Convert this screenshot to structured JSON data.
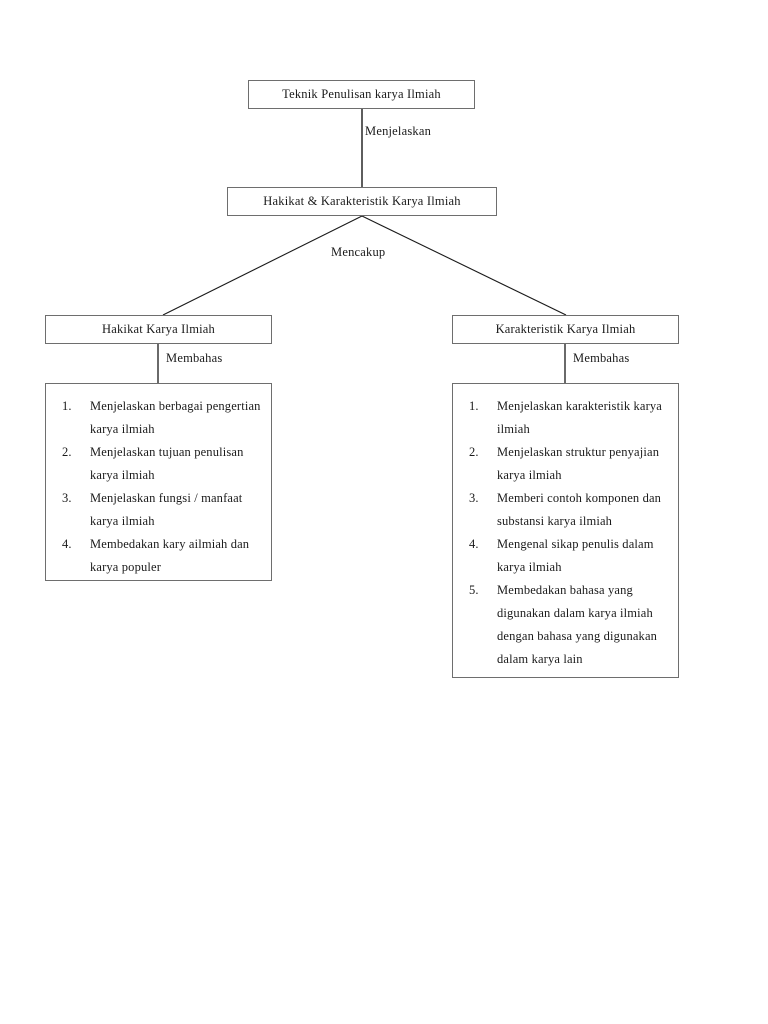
{
  "diagram": {
    "title": "Teknik Penulisan karya Ilmiah",
    "nodes": {
      "root": "Teknik Penulisan karya Ilmiah",
      "level2": "Hakikat & Karakteristik Karya Ilmiah",
      "left_branch": "Hakikat Karya Ilmiah",
      "right_branch": "Karakteristik Karya Ilmiah"
    },
    "edge_labels": {
      "root_to_level2": "Menjelaskan",
      "level2_to_branches": "Mencakup",
      "left_to_list": "Membahas",
      "right_to_list": "Membahas"
    },
    "left_list": {
      "items": [
        {
          "number": "1.",
          "text": "Menjelaskan berbagai pengertian karya ilmiah"
        },
        {
          "number": "2.",
          "text": "Menjelaskan tujuan penulisan karya ilmiah"
        },
        {
          "number": "3.",
          "text": "Menjelaskan fungsi / manfaat karya ilmiah"
        },
        {
          "number": "4.",
          "text": "Membedakan kary ailmiah dan karya populer"
        }
      ]
    },
    "right_list": {
      "items": [
        {
          "number": "1.",
          "text": "Menjelaskan karakteristik karya ilmiah"
        },
        {
          "number": "2.",
          "text": "Menjelaskan struktur penyajian karya ilmiah"
        },
        {
          "number": "3.",
          "text": "Memberi contoh komponen dan substansi karya ilmiah"
        },
        {
          "number": "4.",
          "text": "Mengenal sikap penulis dalam karya ilmiah"
        },
        {
          "number": "5.",
          "text": "Membedakan bahasa yang digunakan dalam karya ilmiah dengan bahasa yang digunakan dalam karya lain"
        }
      ]
    },
    "colors": {
      "border": "#6e6e6e",
      "connector": "#1a1a1a",
      "text": "#1a1a1a",
      "background": "#ffffff"
    }
  }
}
